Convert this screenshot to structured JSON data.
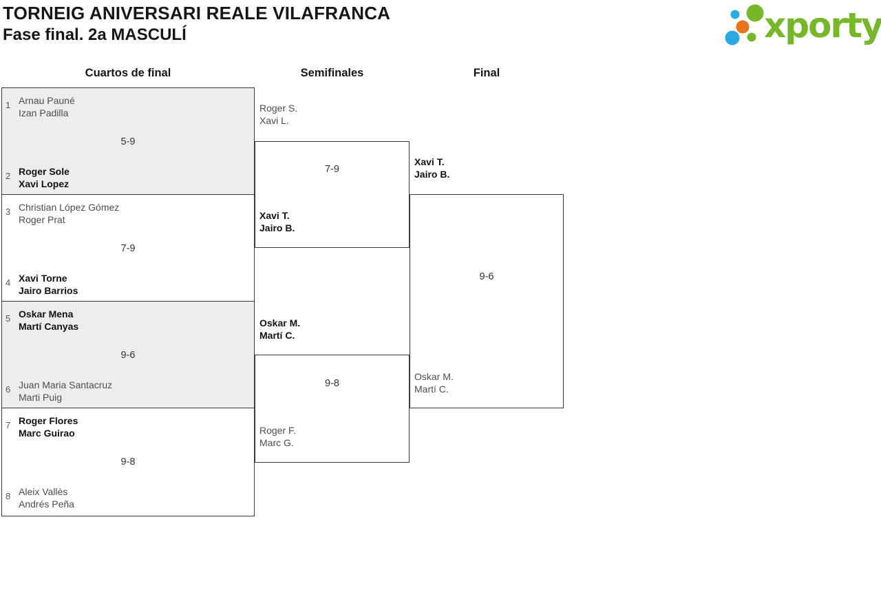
{
  "header": {
    "title": "TORNEIG ANIVERSARI REALE VILAFRANCA",
    "subtitle": "Fase final. 2a MASCULÍ"
  },
  "logo": {
    "text": "xporty",
    "colors": {
      "green": "#76b82a",
      "blue": "#29abe2",
      "orange": "#e8731a"
    }
  },
  "columns": [
    {
      "label": "Cuartos de final"
    },
    {
      "label": "Semifinales"
    },
    {
      "label": "Final"
    }
  ],
  "bracket": {
    "quarterfinals": [
      {
        "seed_top": "1",
        "seed_bottom": "2",
        "score": "5-9",
        "top_team": {
          "players": [
            "Arnau Pauné",
            "Izan Padilla"
          ],
          "winner": false
        },
        "bottom_team": {
          "players": [
            "Roger Sole",
            "Xavi Lopez"
          ],
          "winner": true
        }
      },
      {
        "seed_top": "3",
        "seed_bottom": "4",
        "score": "7-9",
        "top_team": {
          "players": [
            "Christian López Gómez",
            "Roger Prat"
          ],
          "winner": false
        },
        "bottom_team": {
          "players": [
            "Xavi Torne",
            "Jairo Barrios"
          ],
          "winner": true
        }
      },
      {
        "seed_top": "5",
        "seed_bottom": "6",
        "score": "9-6",
        "top_team": {
          "players": [
            "Oskar Mena",
            "Martí Canyas"
          ],
          "winner": true
        },
        "bottom_team": {
          "players": [
            "Juan Maria Santacruz",
            "Marti Puig"
          ],
          "winner": false
        }
      },
      {
        "seed_top": "7",
        "seed_bottom": "8",
        "score": "9-8",
        "top_team": {
          "players": [
            "Roger Flores",
            "Marc Guirao"
          ],
          "winner": true
        },
        "bottom_team": {
          "players": [
            "Aleix Vallès",
            "Andrés Peña"
          ],
          "winner": false
        }
      }
    ],
    "semifinals": [
      {
        "score": "7-9",
        "top_team": {
          "players": [
            "Roger S.",
            "Xavi L."
          ],
          "winner": false
        },
        "bottom_team": {
          "players": [
            "Xavi T.",
            "Jairo B."
          ],
          "winner": true
        }
      },
      {
        "score": "9-8",
        "top_team": {
          "players": [
            "Oskar M.",
            "Martí C."
          ],
          "winner": true
        },
        "bottom_team": {
          "players": [
            "Roger F.",
            "Marc G."
          ],
          "winner": false
        }
      }
    ],
    "final": {
      "score": "9-6",
      "top_team": {
        "players": [
          "Xavi T.",
          "Jairo B."
        ],
        "winner": true
      },
      "bottom_team": {
        "players": [
          "Oskar M.",
          "Martí C."
        ],
        "winner": false
      }
    }
  }
}
